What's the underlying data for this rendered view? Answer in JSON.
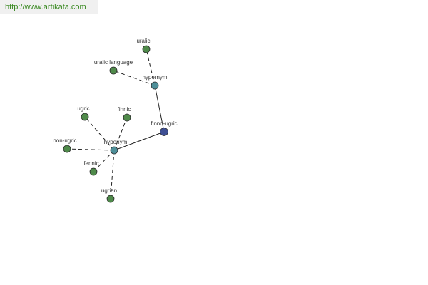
{
  "banner": {
    "url": "http://www.artikata.com"
  },
  "colors": {
    "term": "#4f8a4a",
    "relation": "#4e8f99",
    "root": "#3e4f94"
  },
  "graph": {
    "nodes": [
      {
        "id": "finno-ugric",
        "label": "finno-ugric",
        "kind": "root"
      },
      {
        "id": "hypernym",
        "label": "hypernym",
        "kind": "relation"
      },
      {
        "id": "hyponym",
        "label": "hyponym",
        "kind": "relation"
      },
      {
        "id": "uralic",
        "label": "uralic",
        "kind": "term"
      },
      {
        "id": "uralic-language",
        "label": "uralic language",
        "kind": "term"
      },
      {
        "id": "ugric",
        "label": "ugric",
        "kind": "term"
      },
      {
        "id": "finnic",
        "label": "finnic",
        "kind": "term"
      },
      {
        "id": "non-ugric",
        "label": "non-ugric",
        "kind": "term"
      },
      {
        "id": "fennic",
        "label": "fennic",
        "kind": "term"
      },
      {
        "id": "ugrian",
        "label": "ugrian",
        "kind": "term"
      }
    ],
    "edges": [
      {
        "from": "finno-ugric",
        "to": "hypernym",
        "style": "solid"
      },
      {
        "from": "finno-ugric",
        "to": "hyponym",
        "style": "solid"
      },
      {
        "from": "hypernym",
        "to": "uralic",
        "style": "dashed"
      },
      {
        "from": "hypernym",
        "to": "uralic-language",
        "style": "dashed"
      },
      {
        "from": "hyponym",
        "to": "ugric",
        "style": "dashed"
      },
      {
        "from": "hyponym",
        "to": "finnic",
        "style": "dashed"
      },
      {
        "from": "hyponym",
        "to": "non-ugric",
        "style": "dashed"
      },
      {
        "from": "hyponym",
        "to": "fennic",
        "style": "dashed"
      },
      {
        "from": "hyponym",
        "to": "ugrian",
        "style": "dashed"
      }
    ]
  }
}
